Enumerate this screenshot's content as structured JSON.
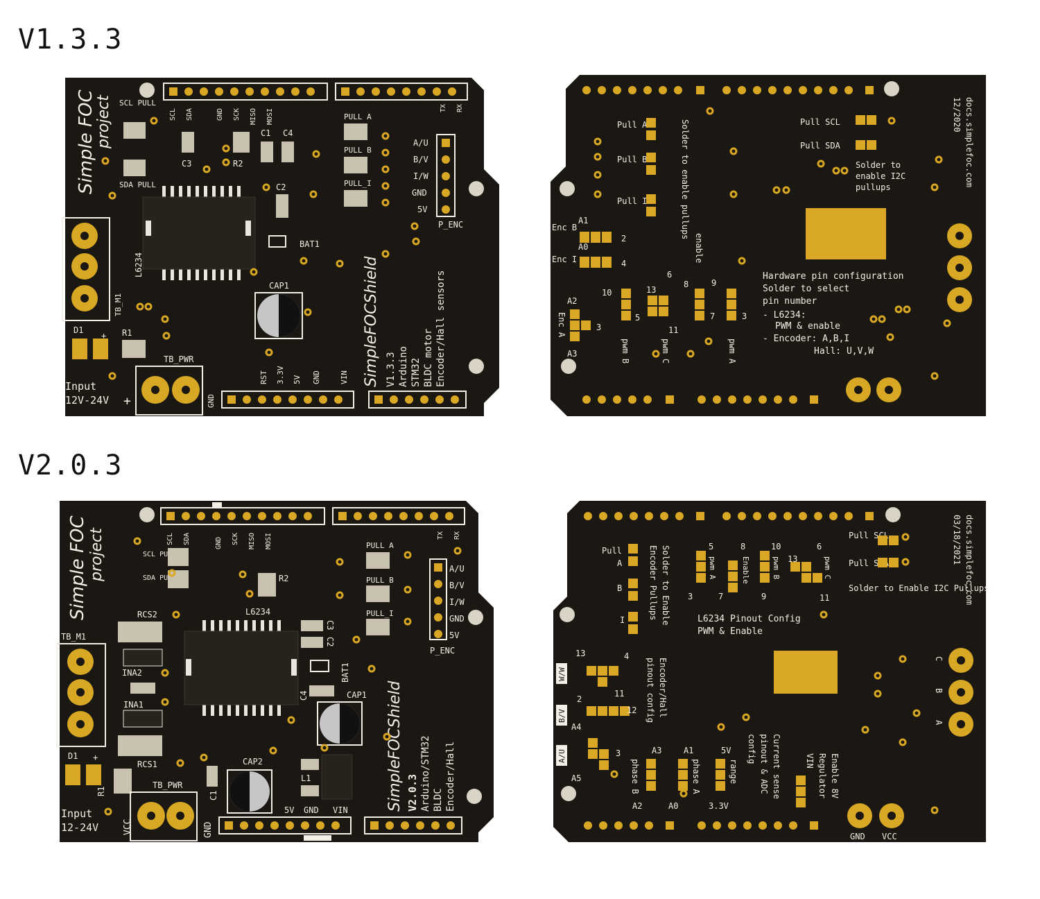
{
  "headings": {
    "v1": "V1.3.3",
    "v2": "V2.0.3"
  },
  "v1_front": {
    "brand_line1": "Simple FOC",
    "brand_line2": "project",
    "scl_pull": "SCL PULL",
    "sda_pull": "SDA PULL",
    "header_labels": [
      "SCL",
      "SDA",
      "GND",
      "SCK",
      "MISO",
      "MOSI"
    ],
    "tx": "TX",
    "rx": "RX",
    "pull_a": "PULL A",
    "pull_b": "PULL B",
    "pull_i": "PULL_I",
    "enc_pins": [
      "A/U",
      "B/V",
      "I/W",
      "GND",
      "5V"
    ],
    "p_enc": "P_ENC",
    "c1": "C1",
    "c4": "C4",
    "c3": "C3",
    "r2": "R2",
    "c2": "C2",
    "bat1": "BAT1",
    "cap1": "CAP1",
    "l6234": "L6234",
    "tb_m1": "TB_M1",
    "d1": "D1",
    "r1": "R1",
    "plus": "+",
    "tb_pwr": "TB_PWR",
    "input_line1": "Input",
    "input_line2": "12V-24V",
    "gnd": "GND",
    "power_labels": [
      "RST",
      "3.3V",
      "5V",
      "GND",
      "VIN"
    ],
    "shield_name": "SimpleFOCShield",
    "version": "V1.3.3",
    "desc_lines": [
      "Arduino",
      "STM32",
      "BLDC motor",
      "Encoder/Hall sensors"
    ]
  },
  "v1_back": {
    "url": "docs.simplefoc.com",
    "date": "12/2020",
    "pull_a": "Pull A",
    "pull_b": "Pull B",
    "pull_i": "Pull I",
    "solder_pullups": "Solder to enable pullups",
    "pull_scl": "Pull SCL",
    "pull_sda": "Pull SDA",
    "solder_i2c": [
      "Solder to",
      "enable I2C",
      "pullups"
    ],
    "enc_b": "Enc B",
    "enc_i": "Enc I",
    "enc_a": "Enc A",
    "a1": "A1",
    "a0": "A0",
    "a2": "A2",
    "a3": "A3",
    "enable": "enable",
    "nums": [
      "2",
      "4",
      "10",
      "5",
      "13",
      "6",
      "11",
      "8",
      "7",
      "9",
      "3",
      "3"
    ],
    "pwm_b": "pwm B",
    "pwm_c": "pwm C",
    "pwm_a": "pwm A",
    "config_lines": [
      "Hardware pin configuration",
      "Solder to select",
      "pin number",
      "- L6234:",
      "PWM & enable",
      "- Encoder:  A,B,I",
      "Hall: U,V,W"
    ]
  },
  "v2_front": {
    "brand_line1": "Simple FOC",
    "brand_line2": "project",
    "header_labels": [
      "SCL",
      "SDA",
      "GND",
      "SCK",
      "MISO",
      "MOSI"
    ],
    "tx": "TX",
    "rx": "RX",
    "scl_pull": "SCL PULL",
    "sda_pull": "SDA PULL",
    "r2": "R2",
    "pull_a": "PULL A",
    "pull_b": "PULL B",
    "pull_i": "PULL_I",
    "enc_pins": [
      "A/U",
      "B/V",
      "I/W",
      "GND",
      "5V"
    ],
    "p_enc": "P_ENC",
    "rcs2": "RCS2",
    "rcs1": "RCS1",
    "ina2": "INA2",
    "ina1": "INA1",
    "l6234": "L6234",
    "c3": "C3",
    "c2": "C2",
    "c4": "C4",
    "bat1": "BAT1",
    "cap1": "CAP1",
    "cap2": "CAP2",
    "l1": "L1",
    "c1": "C1",
    "tb_m1": "TB_M1",
    "d1": "D1",
    "r1": "R1",
    "plus": "+",
    "tb_pwr": "TB_PWR",
    "input_line1": "Input",
    "input_line2": "12-24V",
    "vcc": "VCC",
    "gnd": "GND",
    "power_labels": [
      "5V",
      "GND",
      "VIN"
    ],
    "shield_name": "SimpleFOCShield",
    "version": "V2.0.3",
    "desc_lines": [
      "Arduino/STM32",
      "BLDC",
      "Encoder/Hall"
    ]
  },
  "v2_back": {
    "url": "docs.simplefoc.com",
    "date": "03/18/2021",
    "pull": "Pull",
    "a": "A",
    "b": "B",
    "i": "I",
    "solder_encoder": [
      "Solder to Enable",
      "Encoder Pullups"
    ],
    "pull_scl": "Pull SCL",
    "pull_sda": "Pull SDA",
    "solder_i2c": "Solder to Enable I2C Pullups",
    "pwm_nums": [
      "5",
      "8",
      "10",
      "6",
      "3",
      "7",
      "9",
      "13",
      "11"
    ],
    "pwm_a": "pwm A",
    "enable": "Enable",
    "pwm_b": "pwm B",
    "pwm_c": "pwm C",
    "l6234_config": [
      "L6234 Pinout Config",
      "PWM & Enable"
    ],
    "encoder_hall": [
      "Encoder/Hall",
      "pinout config"
    ],
    "phase_labels": [
      "W/W",
      "B/V",
      "A/U"
    ],
    "enc_nums": [
      "13",
      "4",
      "2",
      "11",
      "12",
      "A4",
      "3",
      "A5"
    ],
    "a3": "A3",
    "a1": "A1",
    "a2": "A2",
    "a0": "A0",
    "phase_b": "phase B",
    "phase_a": "phase A",
    "5v": "5V",
    "range": "range",
    "3v3": "3.3V",
    "current_sense": [
      "Current sense",
      "pinout & ADC",
      "config"
    ],
    "enable_8v": [
      "Enable 8V",
      "Regulator",
      "VIN"
    ],
    "cba": [
      "C",
      "B",
      "A"
    ],
    "gnd": "GND",
    "vcc": "VCC"
  }
}
